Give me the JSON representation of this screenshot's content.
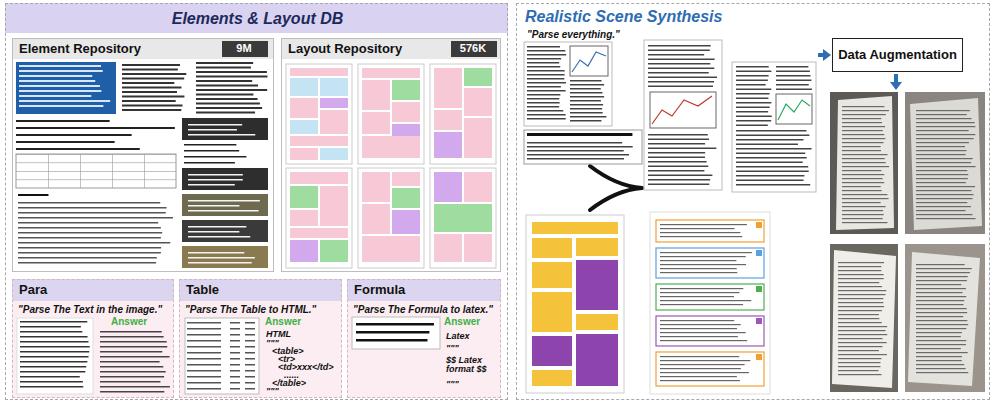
{
  "diagram": {
    "nodes": [
      {
        "text": [
          "Elements & Layout DB"
        ]
      },
      {
        "text": [
          "Element Repository"
        ],
        "in": 0
      },
      {
        "text": [
          "9M"
        ],
        "in": 1
      },
      {
        "text": [
          "Layout Repository"
        ],
        "in": 0
      },
      {
        "text": [
          "576K"
        ],
        "in": 3
      },
      {
        "text": [
          "Para",
          "\"Parse The Text in the image.\"",
          "Answer"
        ],
        "in": 0
      },
      {
        "text": [
          "Table",
          "\"Parse The Table to HTML.\"",
          "Answer",
          "HTML",
          "\"\"\"",
          "<table>",
          "<tr>",
          "<td>xxx</td>",
          "......",
          "</table>",
          "\"\"\""
        ],
        "in": 0
      },
      {
        "text": [
          "Formula",
          "\"Parse The Formula to latex.\"",
          "Answer",
          "Latex",
          "\"\"\"",
          "$$ Latex format $$",
          "\"\"\""
        ],
        "in": 0
      },
      {
        "text": [
          "Realistic Scene Synthesis",
          "\"Parse everything.\""
        ]
      },
      {
        "text": [
          "Data Augmentation"
        ],
        "in": 8
      }
    ]
  }
}
